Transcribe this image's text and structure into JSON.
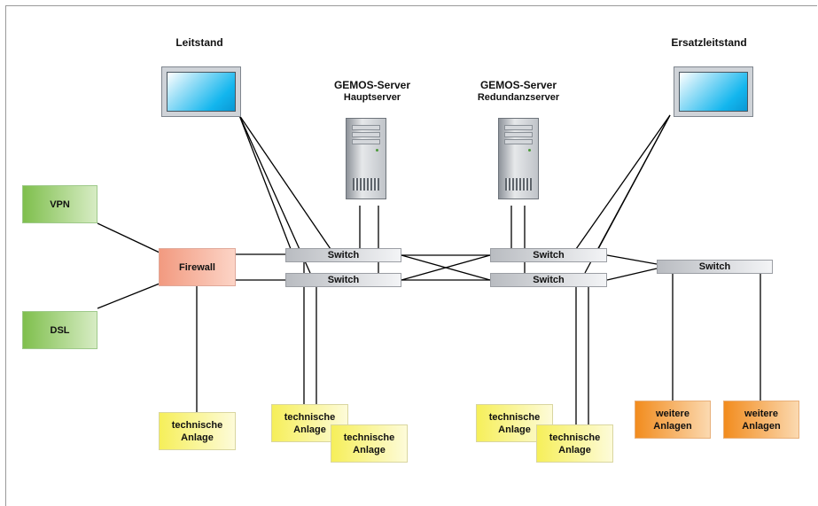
{
  "labels": {
    "leitstand": "Leitstand",
    "ersatzleitstand": "Ersatzleitstand",
    "server_main_title": "GEMOS-Server",
    "server_main_sub": "Hauptserver",
    "server_red_title": "GEMOS-Server",
    "server_red_sub": "Redundanzserver"
  },
  "nodes": {
    "vpn": "VPN",
    "dsl": "DSL",
    "firewall": "Firewall",
    "switch": "Switch",
    "tech_line1": "technische",
    "tech_line2": "Anlage",
    "weitere_line1": "weitere",
    "weitere_line2": "Anlagen"
  },
  "colors": {
    "screen": "#13b6ee",
    "firewall": "#f29a80",
    "vpn_dsl": "#7fbf4d",
    "technische_anlage": "#f6ef5a",
    "weitere_anlagen": "#f28c1e",
    "switch": "#b9bcc1",
    "lines": "#000000"
  }
}
